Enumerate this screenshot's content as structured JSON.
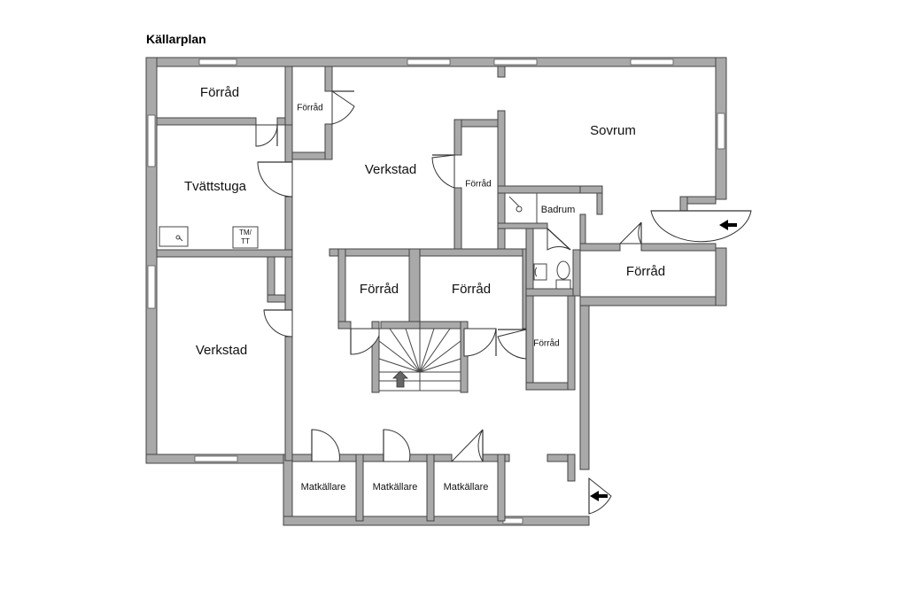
{
  "title": "Källarplan",
  "rooms": [
    {
      "id": "forrad-top-left",
      "label": "Förråd"
    },
    {
      "id": "forrad-small-top",
      "label": "Förråd"
    },
    {
      "id": "verkstad-center",
      "label": "Verkstad"
    },
    {
      "id": "sovrum",
      "label": "Sovrum"
    },
    {
      "id": "tvattstuga",
      "label": "Tvättstuga"
    },
    {
      "id": "forrad-narrow",
      "label": "Förråd"
    },
    {
      "id": "badrum",
      "label": "Badrum"
    },
    {
      "id": "forrad-right",
      "label": "Förråd"
    },
    {
      "id": "forrad-mid-left",
      "label": "Förråd"
    },
    {
      "id": "forrad-mid-right",
      "label": "Förråd"
    },
    {
      "id": "verkstad-left",
      "label": "Verkstad"
    },
    {
      "id": "forrad-lower-right",
      "label": "Förråd"
    },
    {
      "id": "matkallare-1",
      "label": "Matkällare"
    },
    {
      "id": "matkallare-2",
      "label": "Matkällare"
    },
    {
      "id": "matkallare-3",
      "label": "Matkällare"
    }
  ],
  "fixtures": {
    "tm_tt": "TM/\nTT",
    "tm": "TM/",
    "tt": "TT"
  },
  "colors": {
    "wall": "#a9a9a9",
    "line": "#333333"
  }
}
